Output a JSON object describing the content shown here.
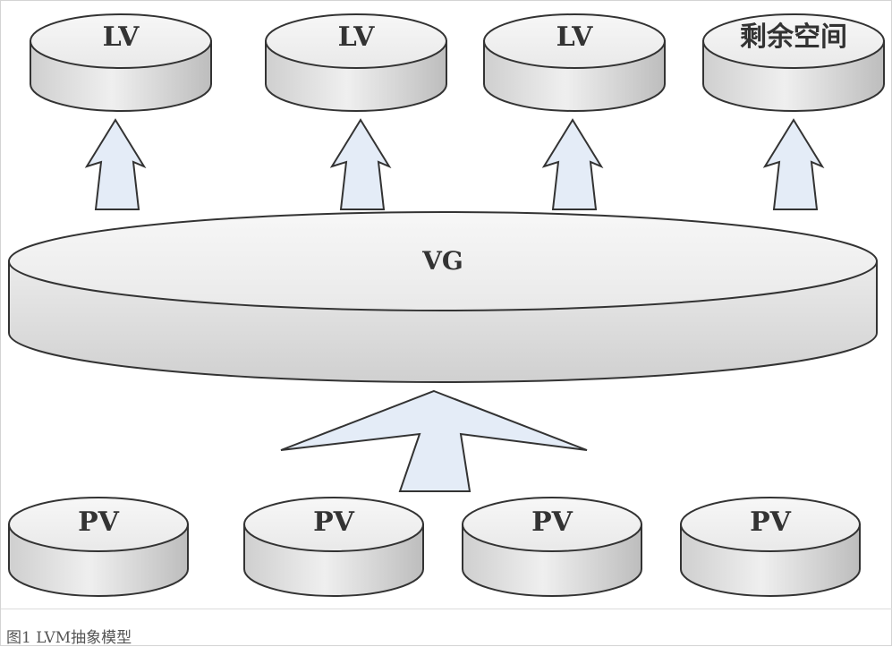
{
  "diagram": {
    "lv_disks": [
      {
        "label": "LV"
      },
      {
        "label": "LV"
      },
      {
        "label": "LV"
      },
      {
        "label": "剩余空间"
      }
    ],
    "vg": {
      "label": "VG"
    },
    "pv_disks": [
      {
        "label": "PV"
      },
      {
        "label": "PV"
      },
      {
        "label": "PV"
      },
      {
        "label": "PV"
      }
    ],
    "colors": {
      "disk_top": "#f3f3f3",
      "disk_side_light": "#e6e6e6",
      "disk_side_dark": "#bdbdbd",
      "arrow_fill": "#e4ecf7",
      "stroke": "#333333"
    }
  },
  "caption": {
    "text": "图1 LVM抽象模型"
  }
}
